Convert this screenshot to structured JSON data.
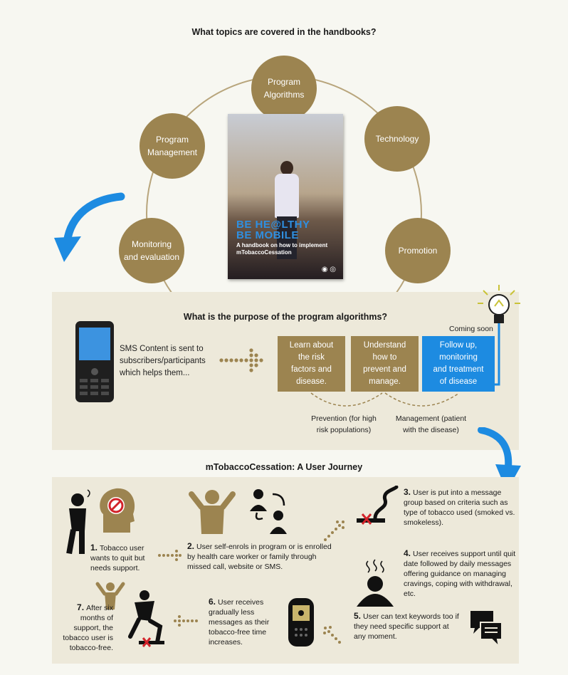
{
  "topics": {
    "title": "What topics are covered in the handbooks?",
    "items": [
      {
        "label": "Program\nAlgorithms"
      },
      {
        "label": "Technology"
      },
      {
        "label": "Promotion"
      },
      {
        "label": "Monitoring\nand evaluation"
      },
      {
        "label": "Program\nManagement"
      }
    ],
    "circle_color": "#9c8450",
    "book": {
      "title": "BE HE@LTHY\nBE MOBILE",
      "subtitle": "A handbook on how to implement\nmTobaccoCessation"
    }
  },
  "purpose": {
    "title": "What is the purpose of the program algorithms?",
    "sms_text": "SMS Content is sent to subscribers/participants which helps them...",
    "boxes": [
      {
        "label": "Learn about\nthe risk\nfactors and\ndisease."
      },
      {
        "label": "Understand\nhow to\nprevent and\nmanage."
      },
      {
        "label": "Follow up,\nmonitoring\nand treatment\nof disease"
      }
    ],
    "coming_soon": "Coming soon",
    "prevention_caption": "Prevention (for high\nrisk populations)",
    "management_caption": "Management (patient\nwith the disease)",
    "accent_color": "#1d8be1"
  },
  "journey": {
    "title": "mTobaccoCessation: A User Journey",
    "steps": [
      {
        "num": "1.",
        "text": "Tobacco user wants to quit but needs support."
      },
      {
        "num": "2.",
        "text": "User self-enrols in program or is enrolled by health care worker or family through missed call, website or SMS."
      },
      {
        "num": "3.",
        "text": "User is put into a message group based on criteria such as type of tobacco used (smoked vs. smokeless)."
      },
      {
        "num": "4.",
        "text": "User receives support until quit date followed by daily messages offering guidance on managing cravings, coping with withdrawal, etc."
      },
      {
        "num": "5.",
        "text": "User can text keywords too if they need specific support at any moment."
      },
      {
        "num": "6.",
        "text": "User receives gradually less messages as their tobacco-free time increases."
      },
      {
        "num": "7.",
        "text": "After six months of support, the tobacco user is tobacco-free."
      }
    ]
  }
}
